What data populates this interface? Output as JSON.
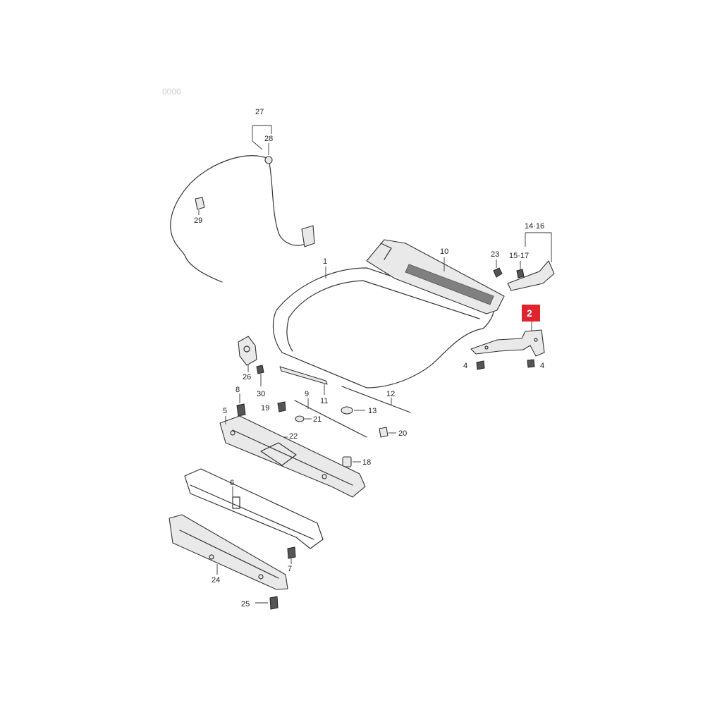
{
  "diagram": {
    "highlight_color": "#e0242d",
    "highlighted_callout": "2",
    "faint_text": "0000",
    "callouts": {
      "c1": "1",
      "c2": "2",
      "c4a": "4",
      "c4b": "4",
      "c5": "5",
      "c6": "6",
      "c7": "7",
      "c8": "8",
      "c9": "9",
      "c10": "10",
      "c11": "11",
      "c12": "12",
      "c13": "13",
      "c14_16": "14·16",
      "c15_17": "15·17",
      "c18": "18",
      "c19": "19",
      "c20": "20",
      "c21": "21",
      "c22": "22",
      "c23": "23",
      "c24": "24",
      "c25": "25",
      "c26": "26",
      "c27": "27",
      "c28": "28",
      "c29": "29",
      "c30": "30"
    }
  }
}
